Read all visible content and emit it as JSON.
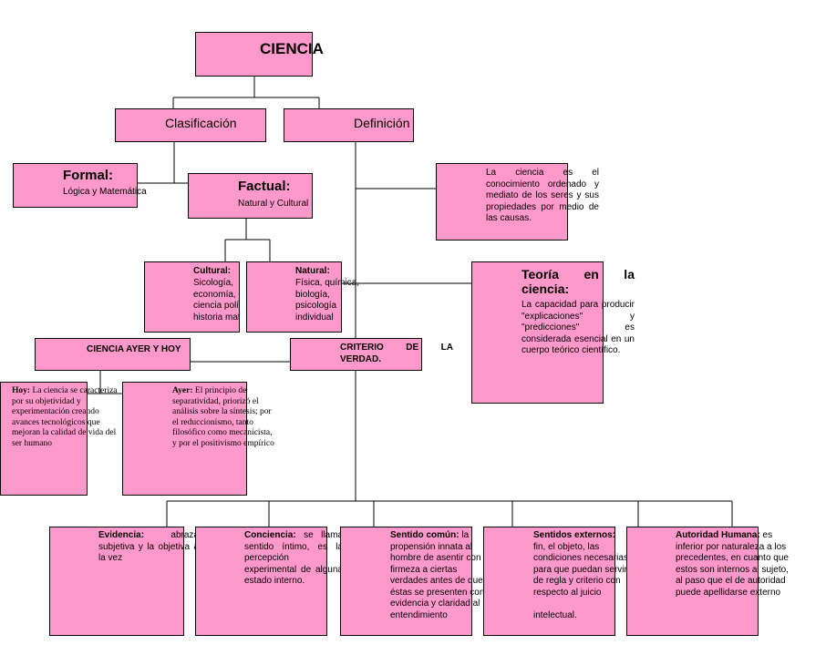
{
  "ciencia": {
    "title": "CIENCIA"
  },
  "clasificacion": {
    "title": "Clasificación"
  },
  "definicion": {
    "title": "Definición",
    "text": "La ciencia es el conocimiento ordenado y mediato de los seres y sus propiedades por medio de las causas."
  },
  "formal": {
    "title": "Formal:",
    "text": "Lógica y Matemática"
  },
  "factual": {
    "title": "Factual:",
    "text": "Natural y Cultural"
  },
  "cultural": {
    "title": "Cultural:",
    "text": "Sicología,\neconomía,\nciencia política,\nhistoria material"
  },
  "natural": {
    "title": "Natural:",
    "text": "Física, química,\nbiología,\npsicología\nindividual"
  },
  "teoria": {
    "title": "Teoría en la ciencia:",
    "text": "La capacidad para producir \"explicaciones\" y \"predicciones\" es considerada esencial en un cuerpo teórico científico."
  },
  "ciencia_ayer_hoy": {
    "title": "CIENCIA AYER Y HOY"
  },
  "criterio": {
    "title": "CRITERIO DE LA VERDAD."
  },
  "hoy": {
    "title": "Hoy:",
    "text": " La ciencia se caracteriza por su objetividad y experimentación creando avances tecnológicos que mejoran la calidad de vida del ser humano"
  },
  "ayer": {
    "title": "Ayer:",
    "text": " El principio de separatividad, priorizó el análisis sobre la síntesis; por el reduccionismo, tanto filosófico como mecanicista, y por el positivismo empírico"
  },
  "evidencia": {
    "title": "Evidencia:",
    "text": " abraza subjetiva y la objetiva a la vez"
  },
  "conciencia": {
    "title": "Conciencia:",
    "text": " se llama sentido íntimo, es la percepción experimental de alguna estado interno."
  },
  "sentido_comun": {
    "title": "Sentido común:",
    "text": " la propensión innata al hombre de asentir con firmeza a ciertas verdades antes de que éstas se presenten con evidencia y claridad al entendimiento"
  },
  "sentidos_externos": {
    "title": "Sentidos externos:",
    "text": " fin, el objeto, las condiciones necesarias para que puedan servir de regla y criterio con respecto al juicio\n\nintelectual."
  },
  "autoridad": {
    "title": "Autoridad Humana:",
    "text": " es inferior por naturaleza a los precedentes, en cuanto que estos son internos al sujeto, al paso que el de autoridad puede apellidarse externo"
  }
}
